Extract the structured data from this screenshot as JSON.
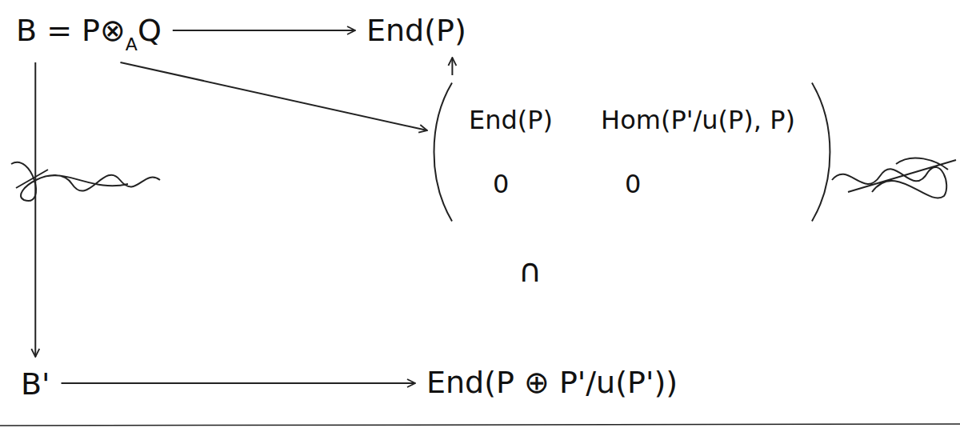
{
  "diagram": {
    "nodes": [
      {
        "text": [
          "B = P⊗",
          "A",
          "Q"
        ]
      },
      {
        "text": [
          "End(P)"
        ]
      },
      {
        "text": [
          "End(P)",
          "Hom(P'/u(P), P)",
          "0",
          "0"
        ]
      },
      {
        "text": [
          "B'"
        ]
      },
      {
        "text": [
          "End(P ⊕ P'/u(P'))"
        ]
      }
    ],
    "edges": [
      {
        "from": 0,
        "to": 1,
        "arrow": "to"
      },
      {
        "from": 0,
        "to": 2,
        "arrow": "to"
      },
      {
        "from": 2,
        "to": 1,
        "arrow": "to"
      },
      {
        "from": 0,
        "to": 3,
        "arrow": "to"
      },
      {
        "from": 3,
        "to": 4,
        "arrow": "to"
      }
    ],
    "labels": [
      "∩"
    ]
  }
}
